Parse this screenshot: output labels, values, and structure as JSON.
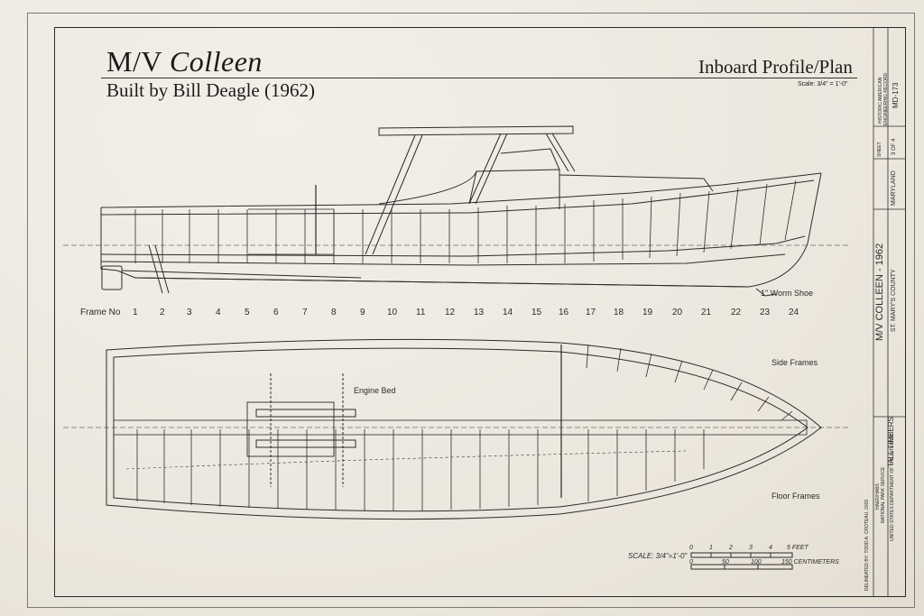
{
  "drawing": {
    "title_prefix": "M/V",
    "title_name": "Colleen",
    "subtitle": "Built by Bill Deagle (1962)",
    "sheet_title": "Inboard Profile/Plan",
    "scale_note": "Scale: 3/4\" = 1'-0\""
  },
  "labels": {
    "worm_shoe": "1\" Worm Shoe",
    "frame_no": "Frame No",
    "engine_bed": "Engine Bed",
    "side_frames": "Side Frames",
    "floor_frames": "Floor Frames"
  },
  "frame_numbers": [
    "1",
    "2",
    "3",
    "4",
    "5",
    "6",
    "7",
    "8",
    "9",
    "10",
    "11",
    "12",
    "13",
    "14",
    "15",
    "16",
    "17",
    "18",
    "19",
    "20",
    "21",
    "22",
    "23",
    "24"
  ],
  "scale_bar": {
    "label": "SCALE: 3/4\"=1'-0\"",
    "feet_ticks": [
      "0",
      "1",
      "2",
      "3",
      "4",
      "5 FEET"
    ],
    "cm_ticks": [
      "0",
      "50",
      "100",
      "150 CENTIMETERS"
    ]
  },
  "title_block": {
    "agency_1": "HISTORIC AMERICAN",
    "agency_2": "ENGINEERING RECORD",
    "record_no": "MD-173",
    "sheet_label": "SHEET",
    "sheet_value": "3 OF 4",
    "state": "MARYLAND",
    "vessel": "M/V COLLEEN - 1962",
    "location": "ST. MARY'S COUNTY",
    "project": "TALL TIMBERS",
    "delineator": "DELINEATED BY: TODD A. CROTEAU, 2009",
    "office_1": "HAER/HABS",
    "office_2": "NATIONAL PARK SERVICE",
    "office_3": "UNITED STATES DEPARTMENT OF THE INTERIOR"
  }
}
